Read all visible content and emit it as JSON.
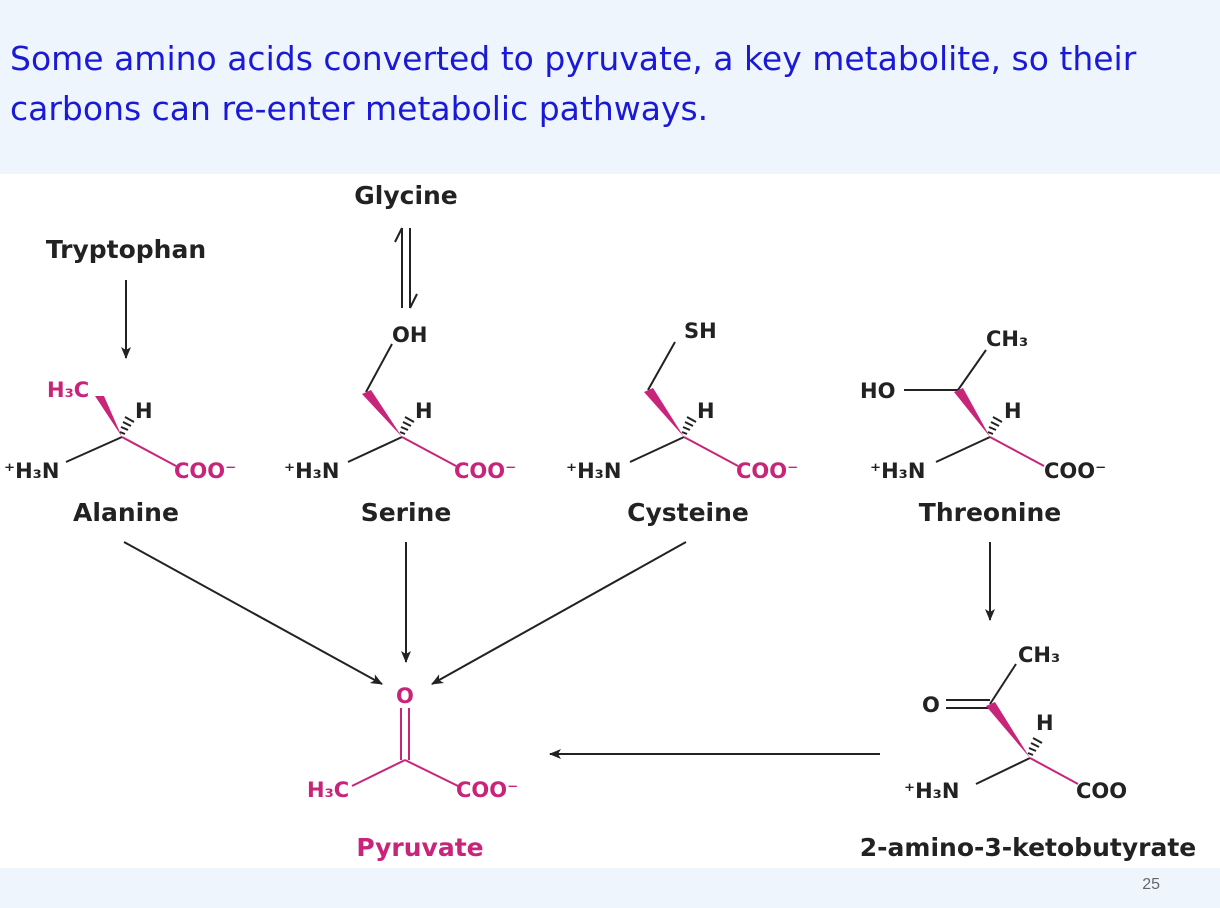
{
  "slide": {
    "title": "Some amino acids converted to pyruvate, a key metabolite, so their carbons can re-enter metabolic pathways.",
    "page_number": "25"
  },
  "colors": {
    "title": "#1a1ad6",
    "highlight": "#c8257a",
    "panel_background": "#ffffff",
    "slide_background": "#eef5fd"
  },
  "diagram": {
    "precursors": {
      "tryptophan": "Tryptophan",
      "glycine": "Glycine"
    },
    "amino_acids": {
      "alanine": "Alanine",
      "serine": "Serine",
      "cysteine": "Cysteine",
      "threonine": "Threonine"
    },
    "intermediate": "2-amino-3-ketobutyrate",
    "product": "Pyruvate",
    "atoms": {
      "h3c": "H₃C",
      "nh3": "⁺H₃N",
      "coo_minus": "COO⁻",
      "coo": "COO",
      "h": "H",
      "oh": "OH",
      "sh": "SH",
      "ch3": "CH₃",
      "ho": "HO",
      "o": "O"
    }
  }
}
